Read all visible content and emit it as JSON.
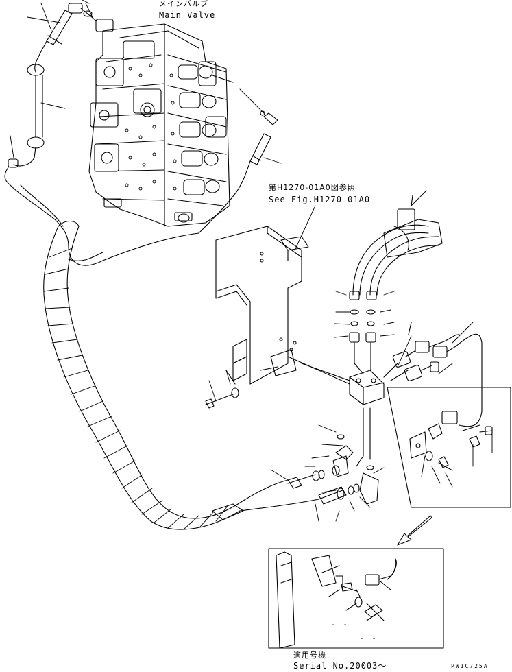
{
  "labels": {
    "main_valve_jp": "メインバルブ",
    "main_valve_en": "Main Valve",
    "ref_jp": "第H1270-01A0図参照",
    "ref_en": "See Fig.H1270-01A0",
    "serial_jp": "適用号機",
    "serial_en": "Serial No.20003～",
    "inset_mark_1": "- -",
    "inset_mark_2": "- -",
    "drawing_code": "PW1C725A"
  },
  "colors": {
    "line": "#000000",
    "background": "#ffffff"
  }
}
